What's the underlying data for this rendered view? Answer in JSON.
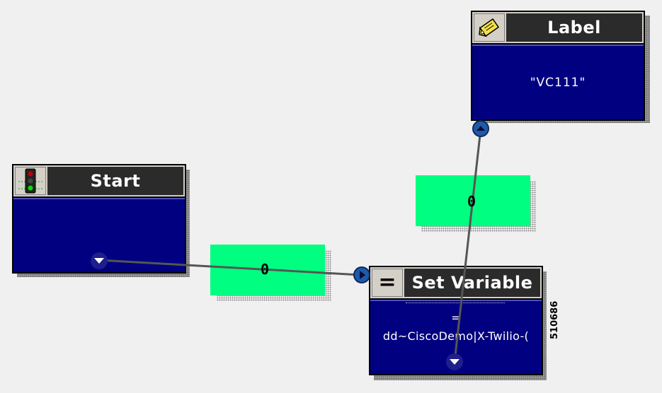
{
  "nodes": {
    "start": {
      "title": "Start",
      "icon": "traffic-light-icon"
    },
    "label": {
      "title": "Label",
      "icon": "tag-icon",
      "value": "\"VC111\""
    },
    "set_variable": {
      "title": "Set Variable",
      "icon": "equals-icon",
      "symbol": "=",
      "line1": "=",
      "line2": "dd~CiscoDemo|X-Twilio-("
    }
  },
  "connections": {
    "start_to_setvar": {
      "label": "0"
    },
    "setvar_to_label": {
      "label": "0"
    }
  },
  "figure_id": "510686",
  "colors": {
    "node_body": "#000080",
    "node_title_bg": "#2b2b2b",
    "connector": "#00ff80",
    "port": "#1e5aa8",
    "wire": "#555555"
  }
}
